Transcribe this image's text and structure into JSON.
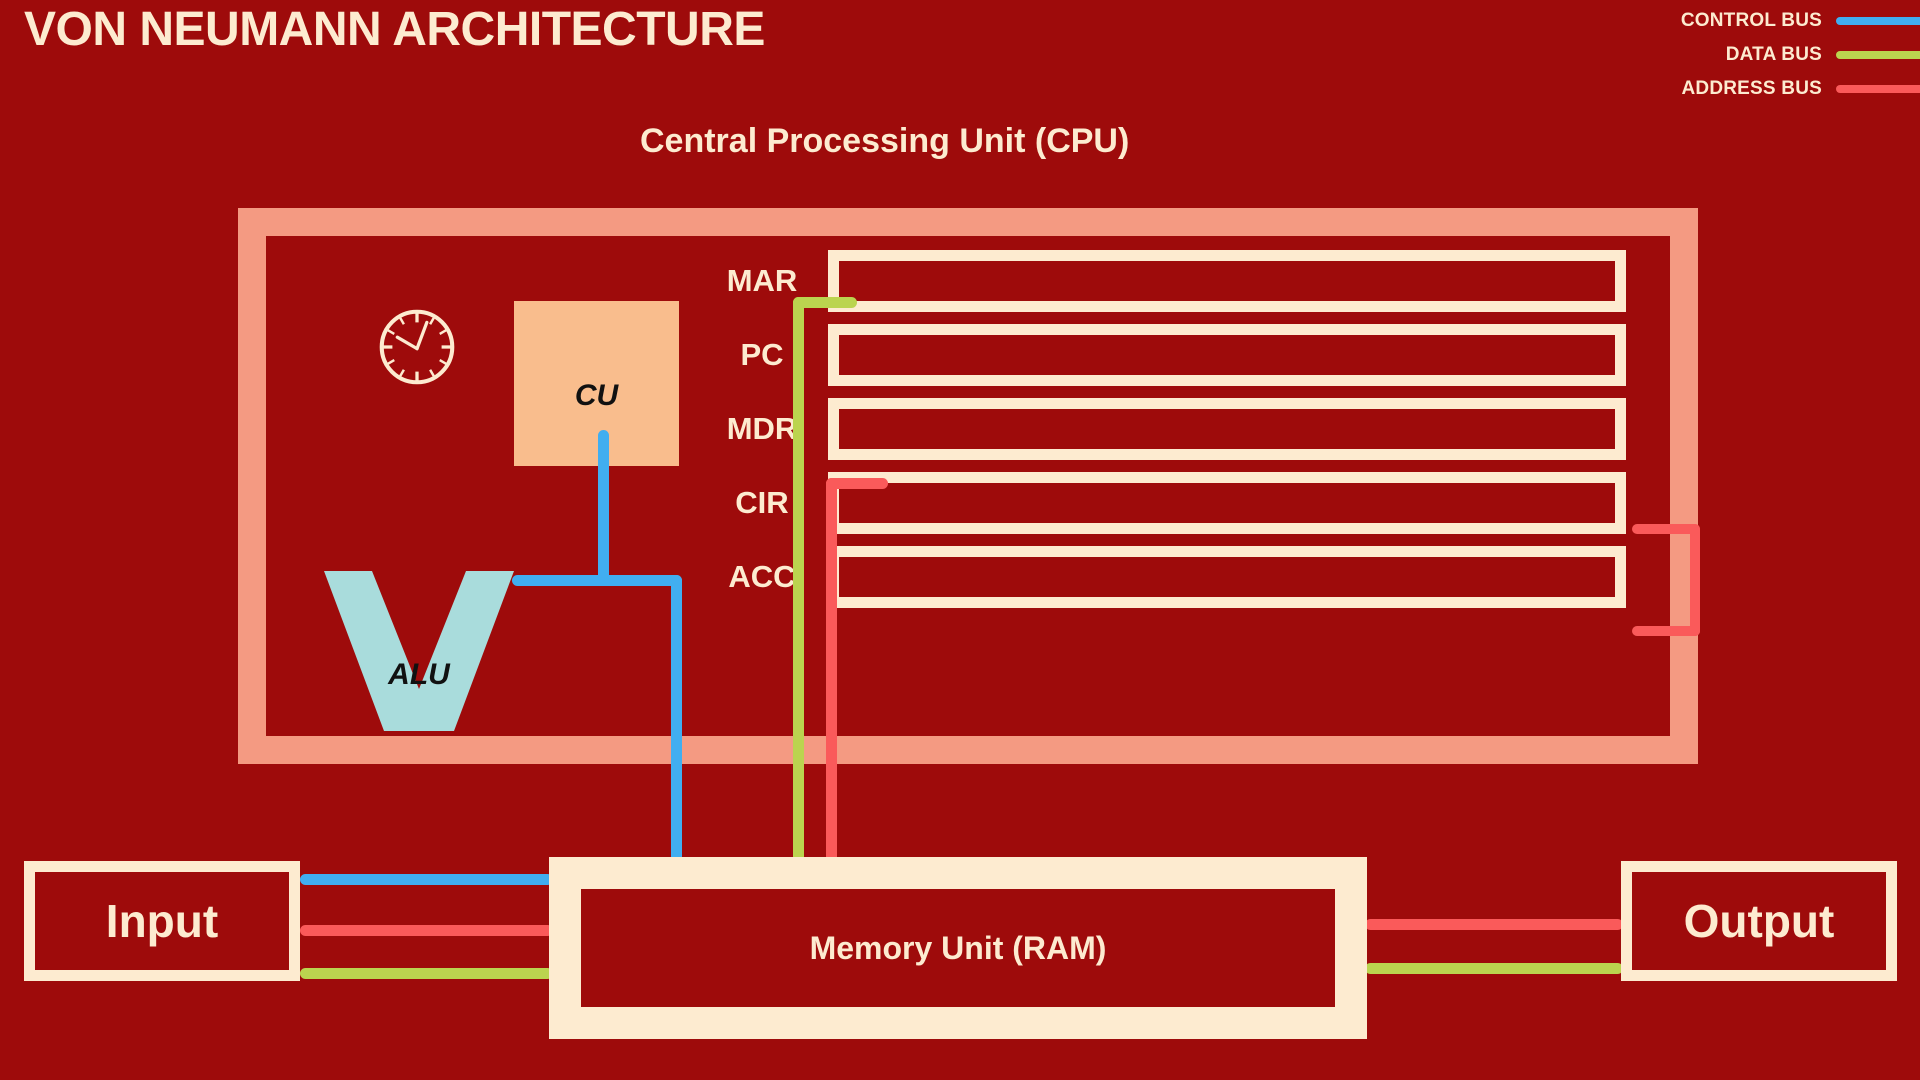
{
  "title": "VON NEUMANN ARCHITECTURE",
  "cpu": {
    "heading": "Central Processing Unit (CPU)",
    "control_unit_label": "CU",
    "alu_label": "ALU",
    "clock_icon": "clock-icon",
    "registers": [
      {
        "name": "MAR"
      },
      {
        "name": "PC"
      },
      {
        "name": "MDR"
      },
      {
        "name": "CIR"
      },
      {
        "name": "ACC"
      }
    ]
  },
  "legend": {
    "items": [
      {
        "label": "CONTROL BUS",
        "color": "#41AEF0"
      },
      {
        "label": "DATA BUS",
        "color": "#BBD44F"
      },
      {
        "label": "ADDRESS BUS",
        "color": "#FA5A5A"
      }
    ]
  },
  "units": {
    "input": "Input",
    "memory": "Memory Unit (RAM)",
    "output": "Output"
  },
  "colors": {
    "background": "#9E0B0B",
    "cream": "#FDEBD0",
    "cpu_border": "#F49A82",
    "cu_fill": "#F9BD8D",
    "alu_fill": "#A9DCDC",
    "control_bus": "#41AEF0",
    "data_bus": "#BBD44F",
    "address_bus": "#FA5A5A"
  }
}
